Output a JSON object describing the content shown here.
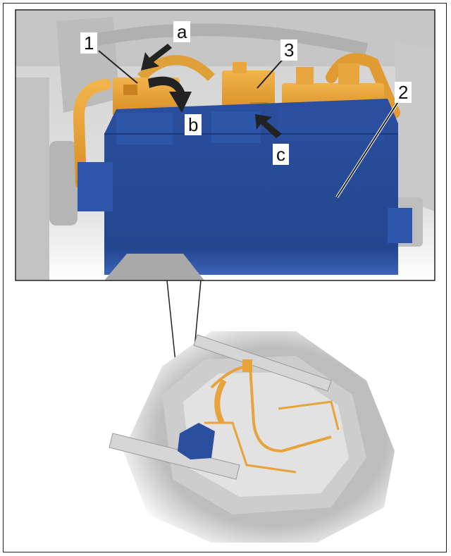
{
  "callouts": {
    "one": "1",
    "two": "2",
    "three": "3",
    "a": "a",
    "b": "b",
    "c": "c"
  },
  "colors": {
    "module_blue": "#2a4f9e",
    "connector_orange": "#e8a33a",
    "frame": "#222222",
    "background_grey": "#d9d9d9"
  }
}
